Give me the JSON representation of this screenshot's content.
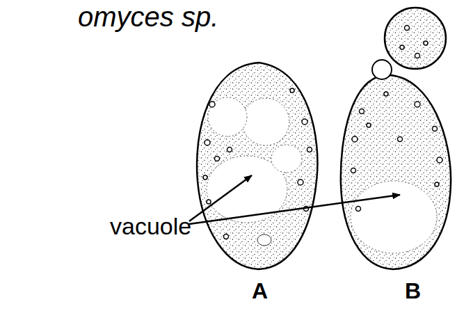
{
  "diagram": {
    "title": "omyces sp.",
    "labels": [
      "vacuole",
      "A",
      "B"
    ]
  }
}
